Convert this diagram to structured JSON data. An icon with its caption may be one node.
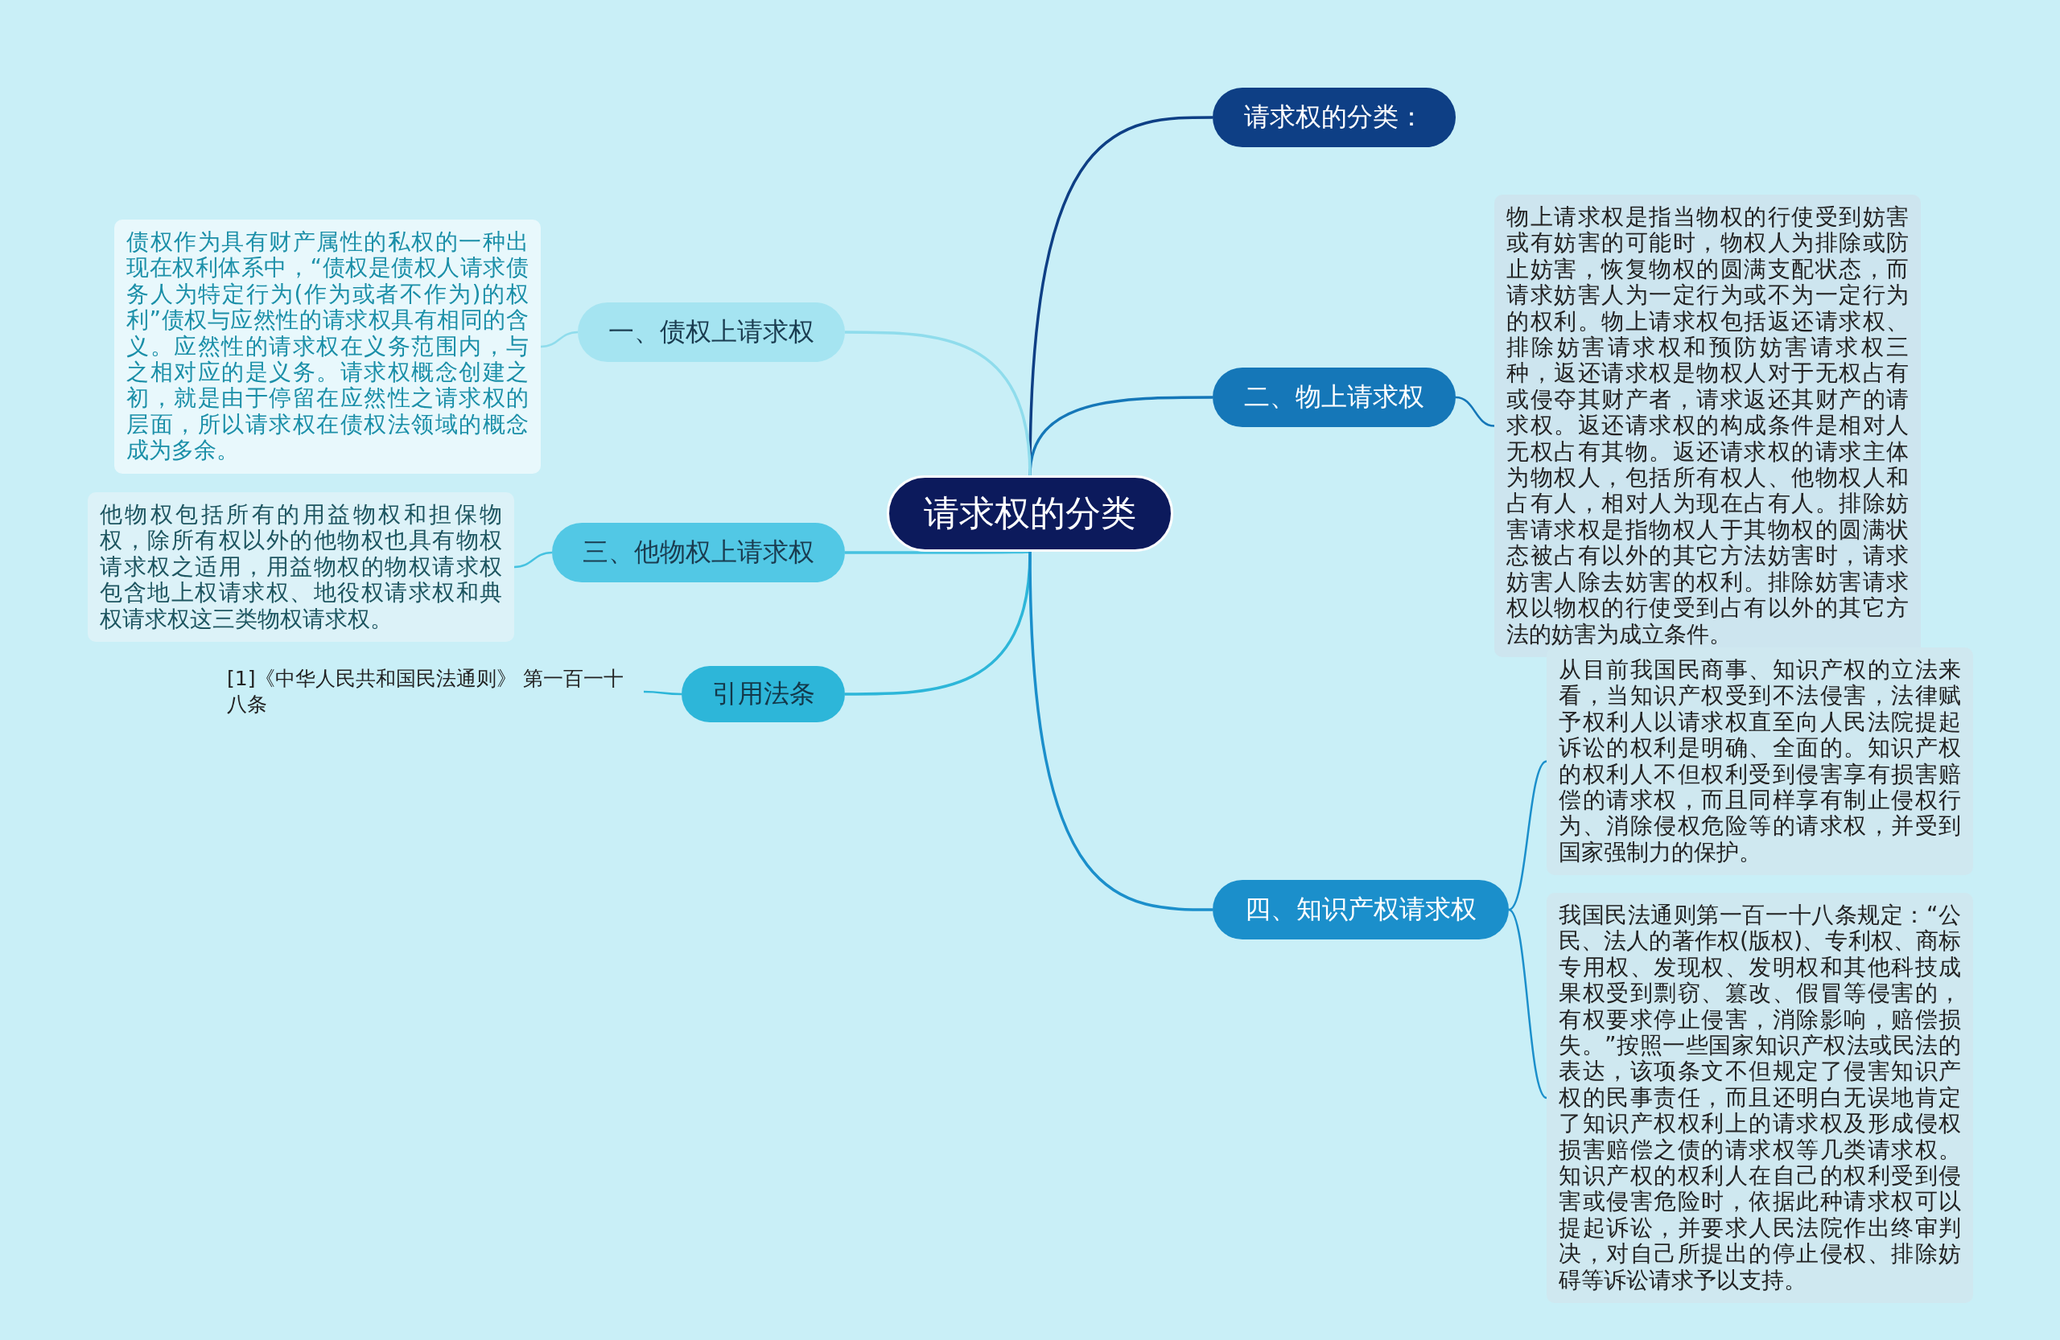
{
  "diagram": {
    "nodes": [
      {
        "text": [
          "请求权的分类"
        ]
      },
      {
        "text": [
          "请求权的分类："
        ]
      },
      {
        "text": [
          "二、物上请求权"
        ]
      },
      {
        "text": [
          "物上请求权是指当物权的行使受到妨害或有妨害的可能时，物权人为排除或防止妨害，恢复物权的圆满支配状态，而请求妨害人为一定行为或不为一定行为的权利。物上请求权包括返还请求权、排除妨害请求权和预防妨害请求权三种，返还请求权是物权人对于无权占有或侵夺其财产者，请求返还其财产的请求权。返还请求权的构成条件是相对人无权占有其物。返还请求权的请求主体为物权人，包括所有权人、他物权人和占有人，相对人为现在占有人。排除妨害请求权是指物权人于其物权的圆满状态被占有以外的其它方法妨害时，请求妨害人除去妨害的权利。排除妨害请求权以物权的行使受到占有以外的其它方法的妨害为成立条件。"
        ]
      },
      {
        "text": [
          "一、债权上请求权"
        ]
      },
      {
        "text": [
          "债权作为具有财产属性的私权的一种出现在权利体系中，“债权是债权人请求债务人为特定行为(作为或者不作为)的权利”债权与应然性的请求权具有相同的含义。应然性的请求权在义务范围内，与之相对应的是义务。请求权概念创建之初，就是由于停留在应然性之请求权的层面，所以请求权在债权法领域的概念成为多余。"
        ]
      },
      {
        "text": [
          "三、他物权上请求权"
        ]
      },
      {
        "text": [
          "他物权包括所有的用益物权和担保物权，除所有权以外的他物权也具有物权请求权之适用，用益物权的物权请求权包含地上权请求权、地役权请求权和典权请求权这三类物权请求权。"
        ]
      },
      {
        "text": [
          "引用法条"
        ]
      },
      {
        "text": [
          "[1]《中华人民共和国民法通则》 第一百一十八条"
        ]
      },
      {
        "text": [
          "四、知识产权请求权"
        ]
      },
      {
        "text": [
          "从目前我国民商事、知识产权的立法来看，当知识产权受到不法侵害，法律赋予权利人以请求权直至向人民法院提起诉讼的权利是明确、全面的。知识产权的权利人不但权利受到侵害享有损害赔偿的请求权，而且同样享有制止侵权行为、消除侵权危险等的请求权，并受到国家强制力的保护。"
        ]
      },
      {
        "text": [
          "我国民法通则第一百一十八条规定：“公民、法人的著作权(版权)、专利权、商标专用权、发现权、发明权和其他科技成果权受到剽窃、篡改、假冒等侵害的，有权要求停止侵害，消除影响，赔偿损失。”按照一些国家知识产权法或民法的表达，该项条文不但规定了侵害知识产权的民事责任，而且还明白无误地肯定了知识产权权利上的请求权及形成侵权损害赔偿之债的请求权等几类请求权。知识产权的权利人在自己的权利受到侵害或侵害危险时，依据此种请求权可以提起诉讼，并要求人民法院作出终审判决，对自己所提出的停止侵权、排除妨碍等诉讼请求予以支持。"
        ]
      }
    ],
    "edges": [
      {
        "from": 0,
        "to": 1,
        "arrow": "none",
        "color": "#0e3f85"
      },
      {
        "from": 0,
        "to": 2,
        "arrow": "none",
        "color": "#1577b8"
      },
      {
        "from": 2,
        "to": 3,
        "arrow": "none",
        "color": "#1577b8"
      },
      {
        "from": 0,
        "to": 4,
        "arrow": "none",
        "color": "#8fdcec"
      },
      {
        "from": 4,
        "to": 5,
        "arrow": "none",
        "color": "#8fdcec"
      },
      {
        "from": 0,
        "to": 6,
        "arrow": "none",
        "color": "#46c2e0"
      },
      {
        "from": 6,
        "to": 7,
        "arrow": "none",
        "color": "#46c2e0"
      },
      {
        "from": 0,
        "to": 8,
        "arrow": "none",
        "color": "#2db6d9"
      },
      {
        "from": 8,
        "to": 9,
        "arrow": "none",
        "color": "#2db6d9"
      },
      {
        "from": 0,
        "to": 10,
        "arrow": "none",
        "color": "#1b8fcb"
      },
      {
        "from": 10,
        "to": 11,
        "arrow": "none",
        "color": "#1b8fcb"
      },
      {
        "from": 10,
        "to": 12,
        "arrow": "none",
        "color": "#1b8fcb"
      }
    ]
  }
}
